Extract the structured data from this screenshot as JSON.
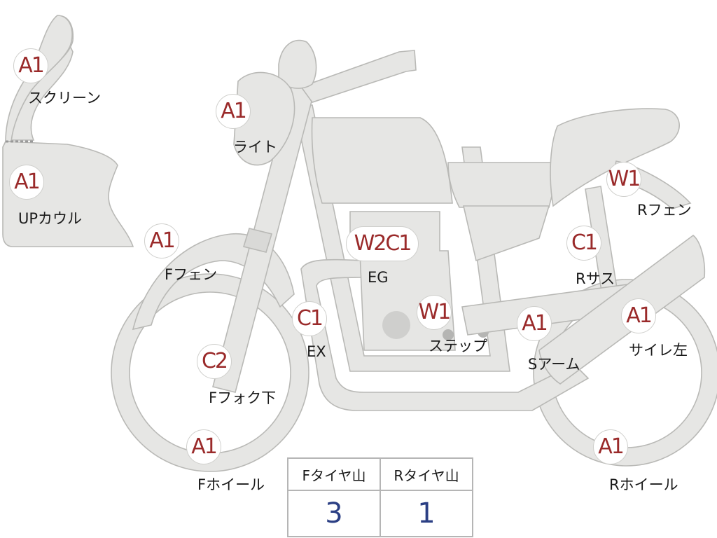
{
  "parts": [
    {
      "id": "screen",
      "grade": "A1",
      "label": "スクリーン"
    },
    {
      "id": "up-cowl",
      "grade": "A1",
      "label": "UPカウル"
    },
    {
      "id": "light",
      "grade": "A1",
      "label": "ライト"
    },
    {
      "id": "front-fender",
      "grade": "A1",
      "label": "Fフェン"
    },
    {
      "id": "engine",
      "grade": "W2C1",
      "label": "EG"
    },
    {
      "id": "exhaust",
      "grade": "C1",
      "label": "EX"
    },
    {
      "id": "front-fork",
      "grade": "C2",
      "label": "Fフォク下"
    },
    {
      "id": "front-wheel",
      "grade": "A1",
      "label": "Fホイール"
    },
    {
      "id": "step",
      "grade": "W1",
      "label": "ステップ"
    },
    {
      "id": "swing-arm",
      "grade": "A1",
      "label": "Sアーム"
    },
    {
      "id": "rear-fender",
      "grade": "W1",
      "label": "Rフェン"
    },
    {
      "id": "rear-shock",
      "grade": "C1",
      "label": "Rサス"
    },
    {
      "id": "muffler-left",
      "grade": "A1",
      "label": "サイレ左"
    },
    {
      "id": "rear-wheel",
      "grade": "A1",
      "label": "Rホイール"
    }
  ],
  "tread_table": {
    "front_header": "Fタイヤ山",
    "rear_header": "Rタイヤ山",
    "front_value": "3",
    "rear_value": "1"
  },
  "colors": {
    "grade_text": "#9a2a2a",
    "tread_value_text": "#2b3f84",
    "part_fill": "#e6e6e4"
  }
}
